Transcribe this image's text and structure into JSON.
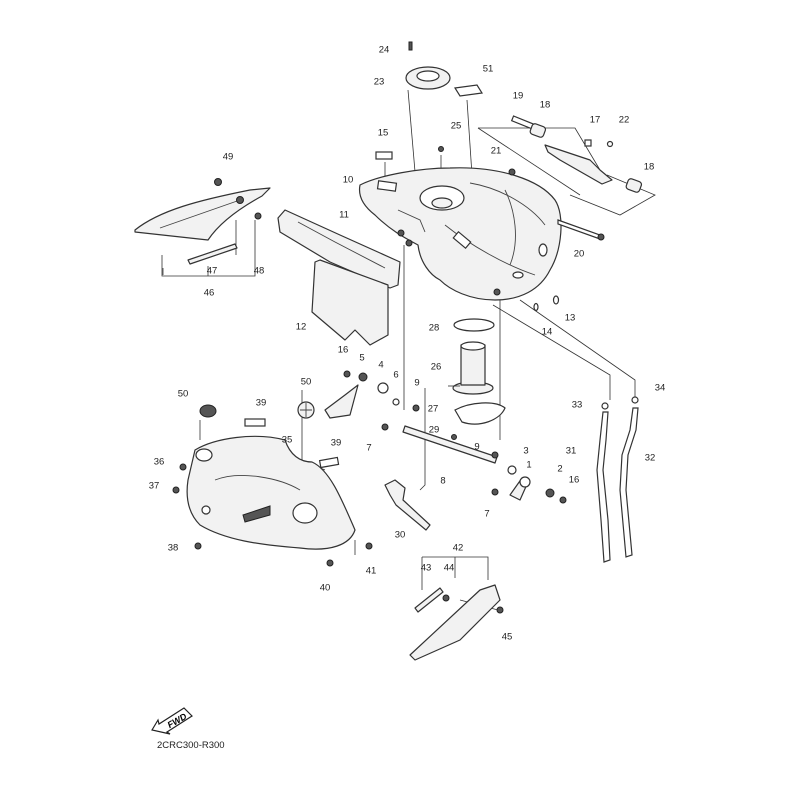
{
  "diagram": {
    "title": "Fuel Tank Parts Diagram",
    "diagram_code": "2CRC300-R300",
    "direction_badge": "FWD",
    "callouts": [
      {
        "id": "c1",
        "label": "1"
      },
      {
        "id": "c2",
        "label": "2"
      },
      {
        "id": "c3",
        "label": "3"
      },
      {
        "id": "c4",
        "label": "4"
      },
      {
        "id": "c5",
        "label": "5"
      },
      {
        "id": "c6",
        "label": "6"
      },
      {
        "id": "c7a",
        "label": "7"
      },
      {
        "id": "c7b",
        "label": "7"
      },
      {
        "id": "c8",
        "label": "8"
      },
      {
        "id": "c9a",
        "label": "9"
      },
      {
        "id": "c9b",
        "label": "9"
      },
      {
        "id": "c10",
        "label": "10"
      },
      {
        "id": "c11",
        "label": "11"
      },
      {
        "id": "c12",
        "label": "12"
      },
      {
        "id": "c13",
        "label": "13"
      },
      {
        "id": "c14",
        "label": "14"
      },
      {
        "id": "c15",
        "label": "15"
      },
      {
        "id": "c16a",
        "label": "16"
      },
      {
        "id": "c16b",
        "label": "16"
      },
      {
        "id": "c17",
        "label": "17"
      },
      {
        "id": "c18a",
        "label": "18"
      },
      {
        "id": "c18b",
        "label": "18"
      },
      {
        "id": "c19",
        "label": "19"
      },
      {
        "id": "c20",
        "label": "20"
      },
      {
        "id": "c21",
        "label": "21"
      },
      {
        "id": "c22",
        "label": "22"
      },
      {
        "id": "c23",
        "label": "23"
      },
      {
        "id": "c24",
        "label": "24"
      },
      {
        "id": "c25",
        "label": "25"
      },
      {
        "id": "c26",
        "label": "26"
      },
      {
        "id": "c27",
        "label": "27"
      },
      {
        "id": "c28",
        "label": "28"
      },
      {
        "id": "c29",
        "label": "29"
      },
      {
        "id": "c30",
        "label": "30"
      },
      {
        "id": "c31",
        "label": "31"
      },
      {
        "id": "c32",
        "label": "32"
      },
      {
        "id": "c33",
        "label": "33"
      },
      {
        "id": "c34",
        "label": "34"
      },
      {
        "id": "c35",
        "label": "35"
      },
      {
        "id": "c36",
        "label": "36"
      },
      {
        "id": "c37",
        "label": "37"
      },
      {
        "id": "c38",
        "label": "38"
      },
      {
        "id": "c39a",
        "label": "39"
      },
      {
        "id": "c39b",
        "label": "39"
      },
      {
        "id": "c40",
        "label": "40"
      },
      {
        "id": "c41",
        "label": "41"
      },
      {
        "id": "c42",
        "label": "42"
      },
      {
        "id": "c43",
        "label": "43"
      },
      {
        "id": "c44",
        "label": "44"
      },
      {
        "id": "c45",
        "label": "45"
      },
      {
        "id": "c46",
        "label": "46"
      },
      {
        "id": "c47",
        "label": "47"
      },
      {
        "id": "c48",
        "label": "48"
      },
      {
        "id": "c49",
        "label": "49"
      },
      {
        "id": "c50a",
        "label": "50"
      },
      {
        "id": "c50b",
        "label": "50"
      },
      {
        "id": "c51",
        "label": "51"
      }
    ]
  }
}
